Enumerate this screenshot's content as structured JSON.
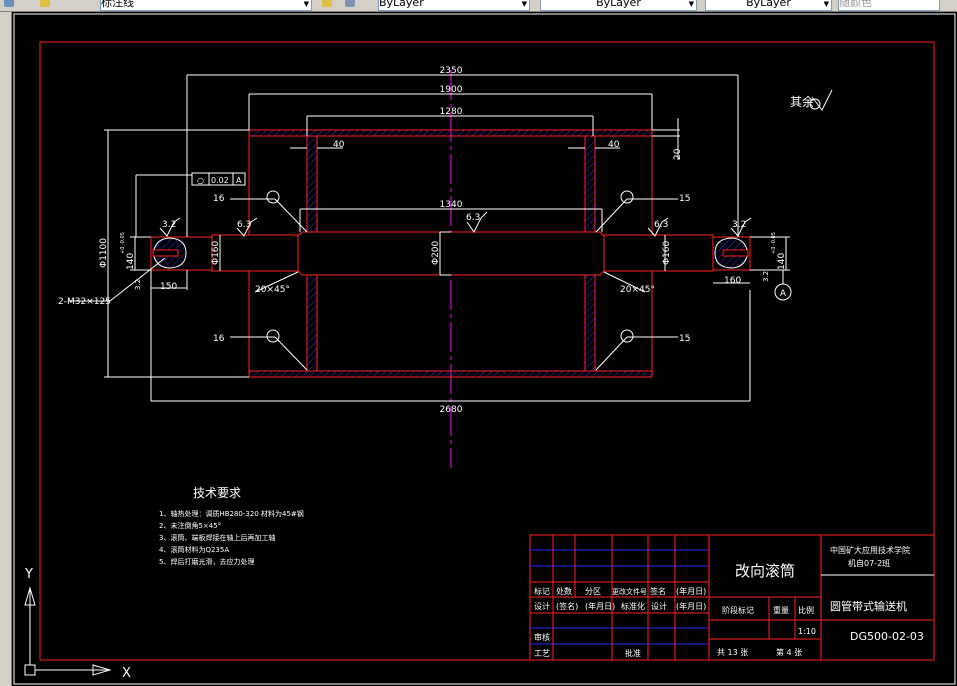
{
  "toolbar": {
    "layer_name": "标注线",
    "color": "ByLayer",
    "linetype": "ByLayer",
    "lineweight": "ByLayer",
    "plotstyle": "随颜色"
  },
  "colors": {
    "frame": "#ff2020",
    "dim": "#ffffff",
    "center": "#ff00ff",
    "hatch": "#3030ff",
    "canvas": "#000000"
  },
  "drawing": {
    "dims": {
      "overall_top": "2350",
      "drum_length": "1900",
      "plate_span": "1280",
      "plate_left": "40",
      "plate_right": "40",
      "shell_thk": "20",
      "shaft_mid": "1340",
      "overall_bottom": "2680",
      "dia_drum": "Φ1100",
      "dia_shaft": "Φ200",
      "dia_left": "Φ160",
      "dia_right": "Φ160",
      "bearing_left": "140",
      "bearing_left_tol": "+0 -0.05",
      "bearing_right": "140",
      "bearing_right_tol": "+0 -0.05",
      "len_left": "150",
      "len_right": "160",
      "chamfer_left": "20×45°",
      "chamfer_right": "20×45°",
      "thread": "2-M32×125"
    },
    "roughness": {
      "rest_label": "其余",
      "ra_left_end": "3.2",
      "ra_left_shaft": "6.3",
      "ra_mid": "6.3",
      "ra_right_shaft": "6.3",
      "ra_right_end": "3.2",
      "ra_left_small": "3.2",
      "ra_right_small": "3.2"
    },
    "welds": {
      "tl": "16",
      "bl": "16",
      "tr": "15",
      "br": "15"
    },
    "tolerance_frame": {
      "symbol": "○",
      "value": "0.02",
      "datum": "A"
    },
    "datum_label": "A"
  },
  "tech_req": {
    "title": "技术要求",
    "items": [
      "1、轴热处理：调质HB280-320 材料为45#钢",
      "2、未注倒角5×45°",
      "3、滚筒、端板焊接在轴上后再加工轴",
      "4、滚筒材料为Q235A",
      "5、焊后打磨光滑，去应力处理"
    ]
  },
  "title_block": {
    "part_name": "改向滚筒",
    "school": "中国矿大应用技术学院",
    "class": "机自07-2班",
    "product": "圆管带式输送机",
    "drawing_no": "DG500-02-03",
    "scale": "1:10",
    "sheets_total": "共 13 张",
    "sheet_no": "第 4 张",
    "h_mark": "标记",
    "h_count": "处数",
    "h_zone": "分区",
    "h_doc": "更改文件号",
    "h_sign": "签名",
    "h_date": "(年月日)",
    "r_design": "设计",
    "r_signname": "(签名)",
    "r_date1": "(年月日)",
    "r_std": "标准化",
    "r_design2": "设计",
    "r_date2": "(年月日)",
    "stage": "阶段标记",
    "weight": "重量",
    "ratio": "比例",
    "review": "审核",
    "process": "工艺",
    "approve": "批准"
  },
  "ucs": {
    "x": "X",
    "y": "Y"
  }
}
